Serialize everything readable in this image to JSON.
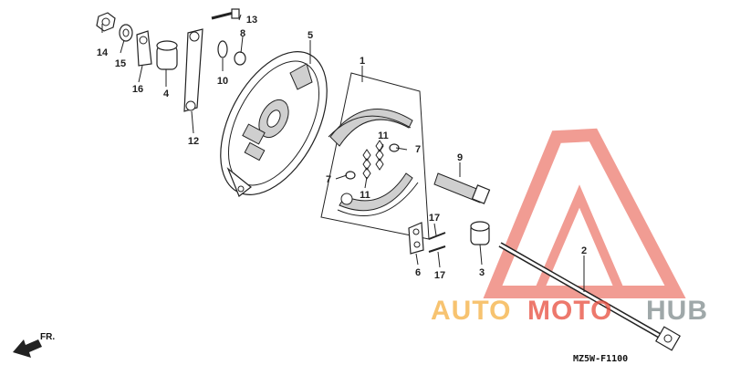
{
  "diagram": {
    "part_labels": {
      "p1": "1",
      "p2": "2",
      "p3": "3",
      "p4": "4",
      "p5": "5",
      "p6": "6",
      "p7a": "7",
      "p7b": "7",
      "p8": "8",
      "p9": "9",
      "p10": "10",
      "p11a": "11",
      "p11b": "11",
      "p12": "12",
      "p13": "13",
      "p14": "14",
      "p15": "15",
      "p16": "16",
      "p17a": "17",
      "p17b": "17"
    },
    "diagram_code": "MZ5W-F1100",
    "direction_label": "FR."
  },
  "watermark": {
    "auto": "AUTO",
    "moto": "MOTO",
    "hub": "HUB",
    "colors": {
      "orange": "#f5b041",
      "red": "#e74c3c",
      "gray": "#7f8c8d"
    }
  }
}
